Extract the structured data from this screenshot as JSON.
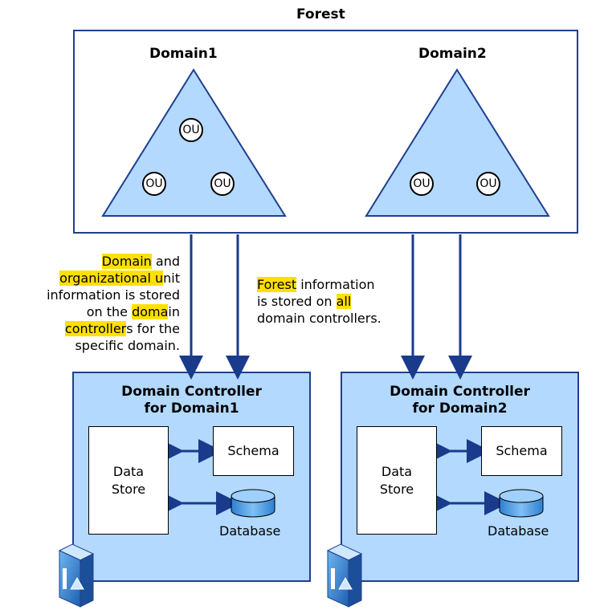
{
  "forest": {
    "title": "Forest"
  },
  "domains": [
    {
      "title": "Domain1",
      "ous": [
        "OU",
        "OU",
        "OU"
      ]
    },
    {
      "title": "Domain2",
      "ous": [
        "OU",
        "OU"
      ]
    }
  ],
  "controllers": [
    {
      "title_line1": "Domain Controller",
      "title_line2": "for Domain1",
      "data_store_line1": "Data",
      "data_store_line2": "Store",
      "schema": "Schema",
      "database": "Database"
    },
    {
      "title_line1": "Domain Controller",
      "title_line2": "for Domain2",
      "data_store_line1": "Data",
      "data_store_line2": "Store",
      "schema": "Schema",
      "database": "Database"
    }
  ],
  "notes": {
    "left": {
      "l1_hl": "Domain",
      "l1_rest": " and",
      "l2_hl": "organizational u",
      "l2_rest": "nit",
      "l3": "information is stored",
      "l4_pre": "on the ",
      "l4_hl": "doma",
      "l4_rest": "in",
      "l5_hl": "controller",
      "l5_rest": "s for the",
      "l6": "specific domain."
    },
    "right": {
      "l1_hl": "Forest",
      "l1_rest": " information",
      "l2_pre": "is stored on ",
      "l2_hl": "all",
      "l3": "domain controllers."
    }
  },
  "colors": {
    "light_blue": "#b3d9ff",
    "border_blue": "#1f3f8f",
    "arrow_blue": "#1a3a8c",
    "highlight": "#ffe000"
  },
  "icons": [
    "server-icon",
    "server-icon",
    "database-icon",
    "database-icon"
  ]
}
